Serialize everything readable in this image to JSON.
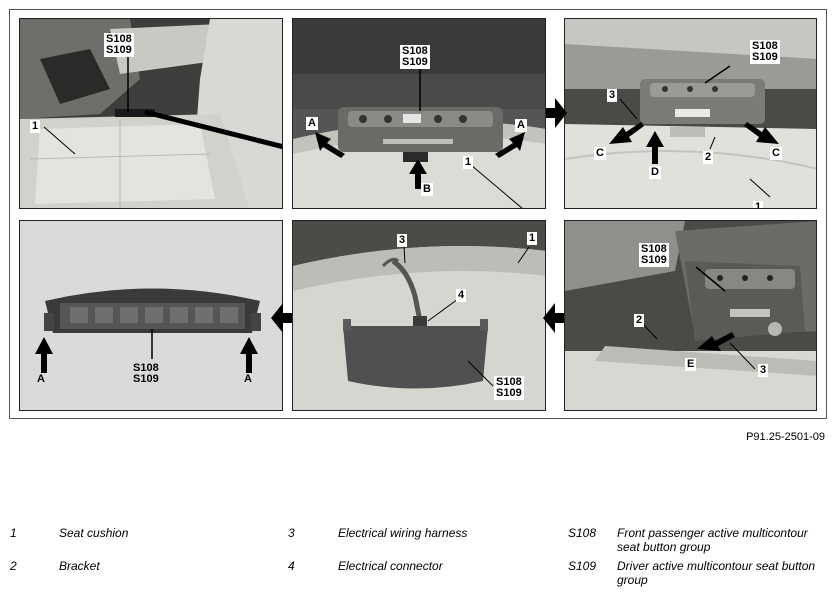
{
  "figure": {
    "reference": "P91.25-2501-09",
    "panels": [
      {
        "labels": [
          "S108",
          "S109",
          "1"
        ]
      },
      {
        "labels": [
          "S108",
          "S109",
          "A",
          "A",
          "B",
          "1"
        ]
      },
      {
        "labels": [
          "S108",
          "S109",
          "3",
          "C",
          "D",
          "2",
          "C",
          "1"
        ]
      },
      {
        "labels": [
          "A",
          "A",
          "S108",
          "S109"
        ]
      },
      {
        "labels": [
          "3",
          "1",
          "4",
          "S108",
          "S109"
        ]
      },
      {
        "labels": [
          "S108",
          "S109",
          "2",
          "E",
          "3"
        ]
      }
    ]
  },
  "legend": [
    {
      "key": "1",
      "text": "Seat cushion"
    },
    {
      "key": "2",
      "text": "Bracket"
    },
    {
      "key": "3",
      "text": "Electrical wiring harness"
    },
    {
      "key": "4",
      "text": "Electrical connector"
    },
    {
      "key": "S108",
      "text": "Front passenger active multicontour seat button group"
    },
    {
      "key": "S109",
      "text": "Driver active multicontour seat button group"
    }
  ]
}
